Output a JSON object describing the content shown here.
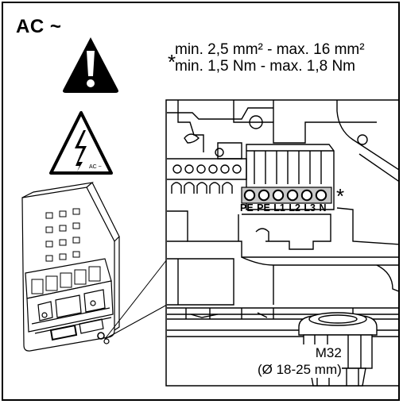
{
  "title": "AC ~",
  "specs": {
    "marker": "*",
    "cross_section": "min. 2,5 mm² - max. 16 mm²",
    "torque": "min. 1,5 Nm - max. 1,8 Nm"
  },
  "warning_symbols": {
    "general_icon": "exclamation-warning-triangle",
    "electric_icon": "high-voltage-warning-triangle",
    "electric_label": "AC ~"
  },
  "terminal": {
    "labels": "PE PE L1 L2 L3 N",
    "marker": "*"
  },
  "cable_gland": {
    "size": "M32",
    "range": "(Ø 18-25 mm)"
  },
  "colors": {
    "line": "#000000",
    "background": "#ffffff",
    "terminal_fill": "#c8c8c8"
  }
}
